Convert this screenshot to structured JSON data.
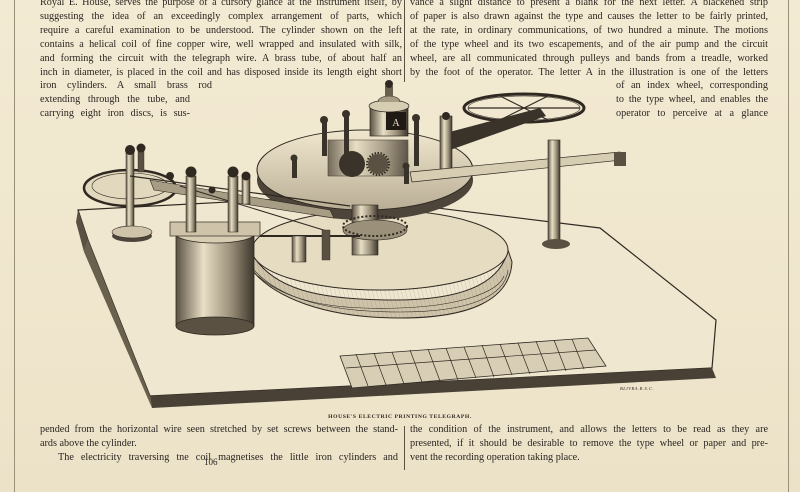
{
  "page": {
    "left_column_lines": [
      "Royal E. House, serves the purpose of a cursory glance at the instrument itself, by",
      "suggesting the idea of an exceedingly complex arrangement of parts, which",
      "require a careful examination to be understood. The cylinder shown on the left",
      "contains a helical coil of fine copper wire, well wrapped and insulated with silk,",
      "and forming the circuit with the telegraph wire. A brass tube, of about half an",
      "inch in diameter, is placed in the coil and has disposed inside its length eight short",
      "iron cylinders. A small brass rod",
      "extending through the tube, and",
      "carrying eight iron discs, is sus-"
    ],
    "right_column_lines": [
      "vance a slight distance to present a blank for the next letter. A blackened strip",
      "of paper is also drawn against the type and causes the letter to be fairly printed,",
      "at the rate, in ordinary communications, of two hundred a minute. The motions",
      "of the type wheel and its two escapements, and of the air pump and the circuit",
      "wheel, are all communicated through pulleys and bands from a treadle, worked",
      "by the foot of the operator. The letter A in the illustration is one of the letters",
      "of an index wheel, corresponding",
      "to the type wheel, and enables the",
      "operator to perceive at a glance"
    ],
    "caption": "HOUSE'S ELECTRIC PRINTING TELEGRAPH.",
    "signature": "BLIVRA.R.S.C.",
    "index_letter": "A",
    "bottom_left_lines": [
      "pended from the horizontal wire seen stretched by set screws between the stand-",
      "ards above the cylinder.",
      "The electricity traversing tne coil magnetises the little iron cylinders and"
    ],
    "bottom_right_lines": [
      "the condition of the instrument, and allows the letters to be read as they are",
      "presented, if it should be desirable to remove the type wheel or paper and pre-",
      "vent the recording operation taking place."
    ],
    "page_number": "106"
  }
}
